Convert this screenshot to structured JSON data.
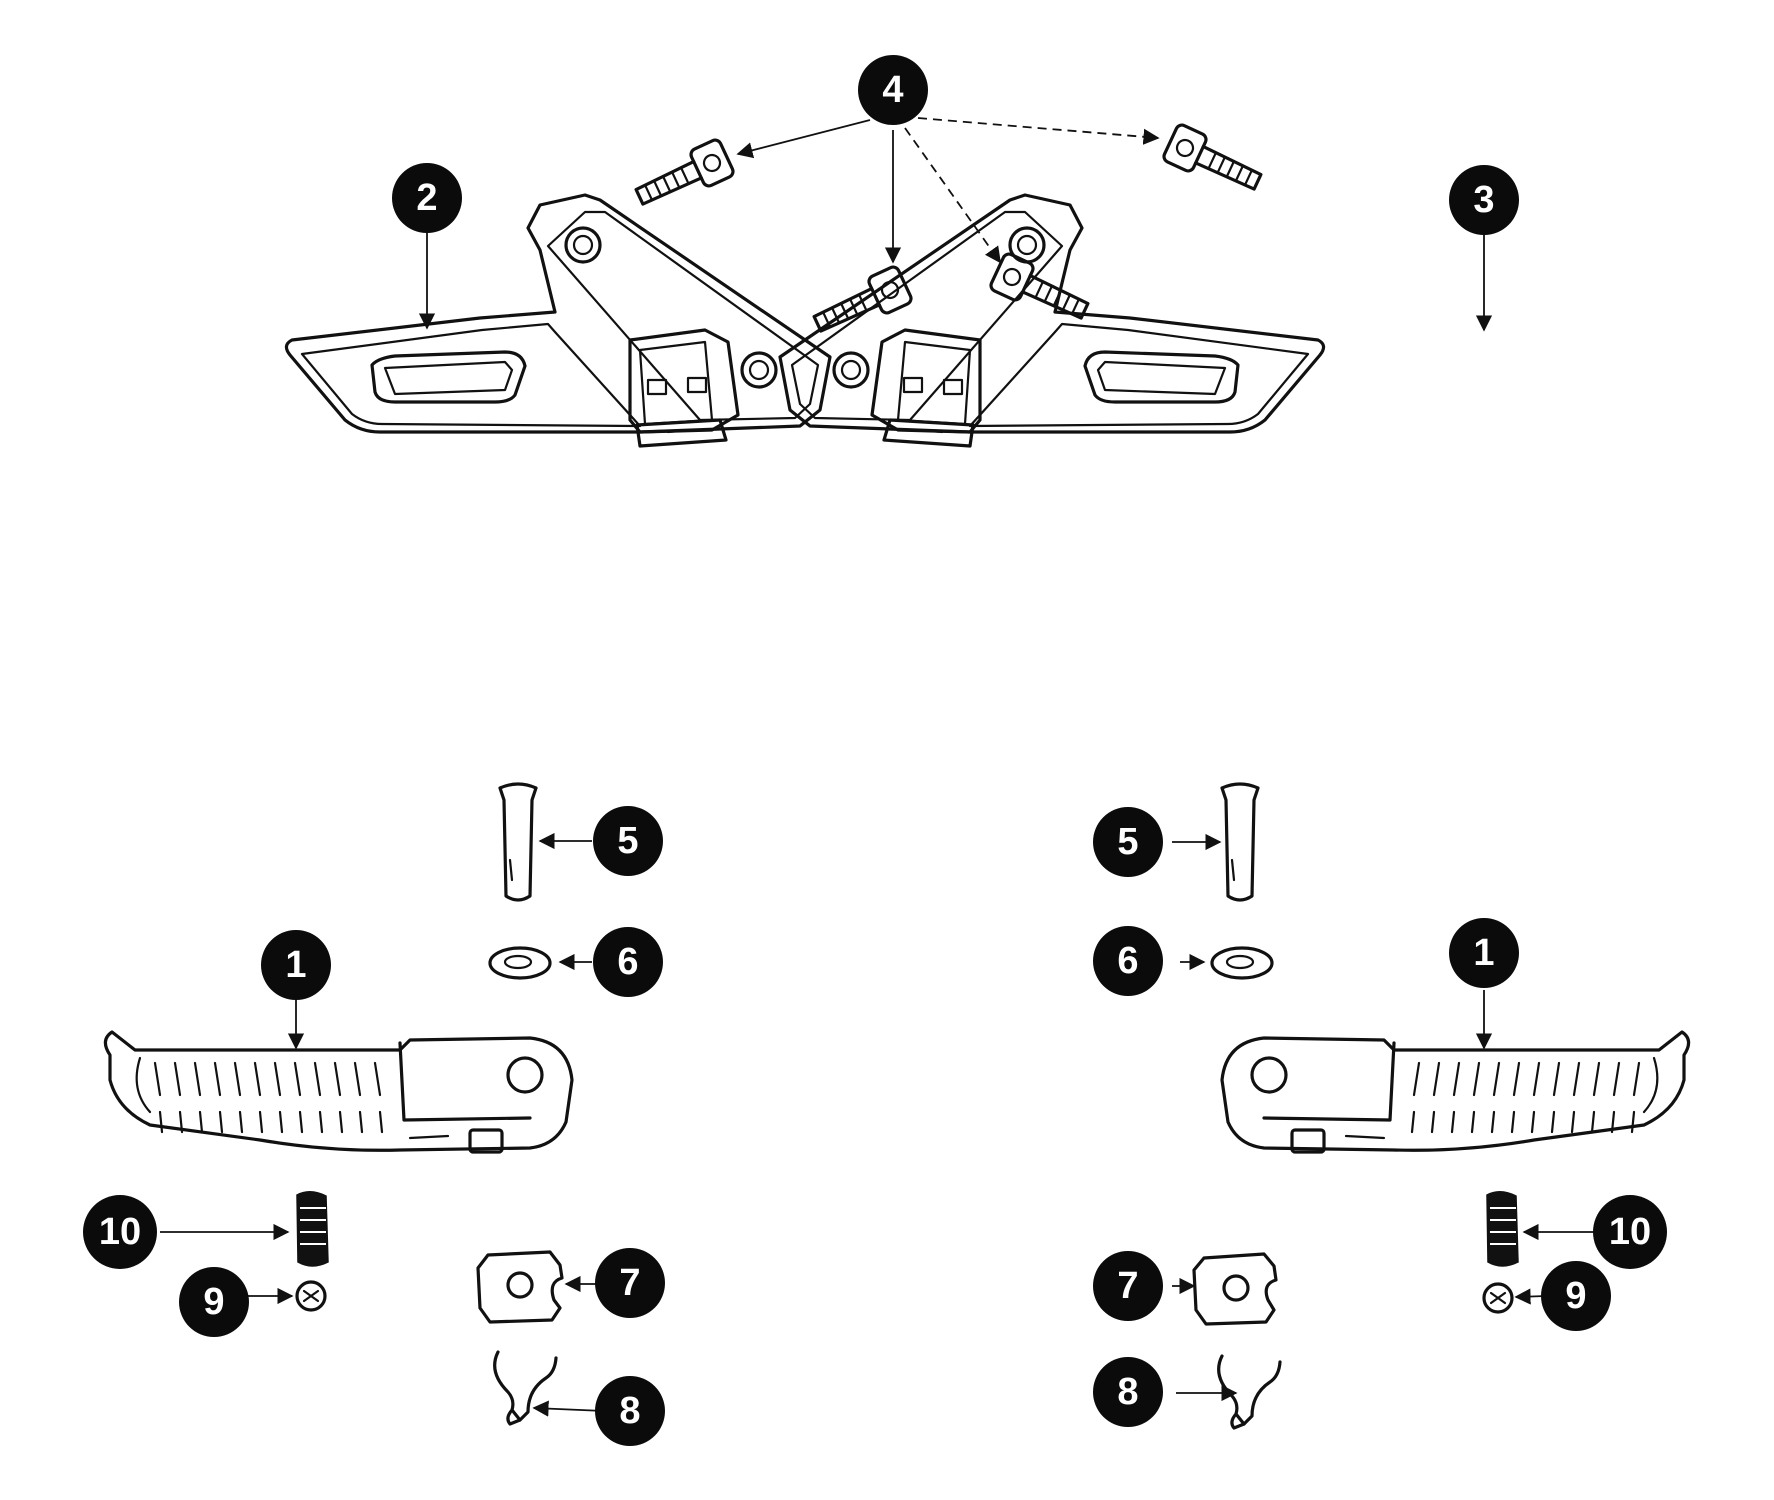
{
  "callouts": [
    {
      "id": "c-4-top",
      "label": "4"
    },
    {
      "id": "c-2",
      "label": "2"
    },
    {
      "id": "c-3",
      "label": "3"
    },
    {
      "id": "c-5-left",
      "label": "5"
    },
    {
      "id": "c-5-right",
      "label": "5"
    },
    {
      "id": "c-6-left",
      "label": "6"
    },
    {
      "id": "c-6-right",
      "label": "6"
    },
    {
      "id": "c-1-left",
      "label": "1"
    },
    {
      "id": "c-1-right",
      "label": "1"
    },
    {
      "id": "c-10-left",
      "label": "10"
    },
    {
      "id": "c-10-right",
      "label": "10"
    },
    {
      "id": "c-9-left",
      "label": "9"
    },
    {
      "id": "c-9-right",
      "label": "9"
    },
    {
      "id": "c-7-left",
      "label": "7"
    },
    {
      "id": "c-7-right",
      "label": "7"
    },
    {
      "id": "c-8-left",
      "label": "8"
    },
    {
      "id": "c-8-right",
      "label": "8"
    }
  ],
  "colors": {
    "ink": "#111111",
    "bubble": "#0b0b0b",
    "background": "#ffffff"
  }
}
